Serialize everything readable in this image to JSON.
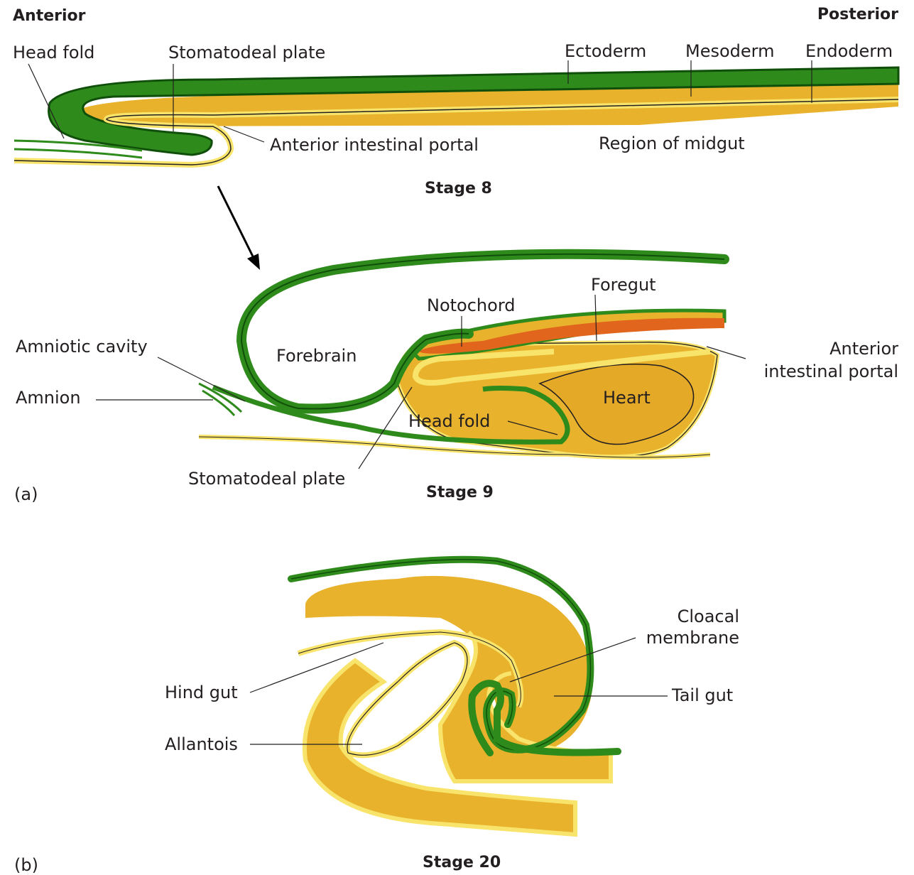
{
  "colors": {
    "ectoderm": "#2f8a1c",
    "ectoderm_dark": "#0f4f0a",
    "mesoderm": "#e8b22c",
    "mesoderm_light": "#f1c95a",
    "endoderm": "#f8e46a",
    "notochord": "#e1651c",
    "leader": "#231f20"
  },
  "panel_a": {
    "top_left": "Anterior",
    "top_right": "Posterior",
    "stage8": {
      "head_fold": "Head fold",
      "stomatodeal_plate": "Stomatodeal plate",
      "ectoderm": "Ectoderm",
      "mesoderm": "Mesoderm",
      "endoderm": "Endoderm",
      "anterior_intestinal_portal": "Anterior intestinal portal",
      "region_of_midgut": "Region of midgut",
      "caption": "Stage 8"
    },
    "stage9": {
      "foregut": "Foregut",
      "notochord": "Notochord",
      "amniotic_cavity": "Amniotic cavity",
      "forebrain": "Forebrain",
      "anterior_intestinal_portal_line1": "Anterior",
      "anterior_intestinal_portal_line2": "intestinal portal",
      "amnion": "Amnion",
      "heart": "Heart",
      "head_fold": "Head fold",
      "stomatodeal_plate": "Stomatodeal plate",
      "caption": "Stage 9"
    },
    "panel_label": "(a)"
  },
  "panel_b": {
    "cloacal_membrane_line1": "Cloacal",
    "cloacal_membrane_line2": "membrane",
    "hind_gut": "Hind gut",
    "tail_gut": "Tail gut",
    "allantois": "Allantois",
    "caption": "Stage 20",
    "panel_label": "(b)"
  }
}
